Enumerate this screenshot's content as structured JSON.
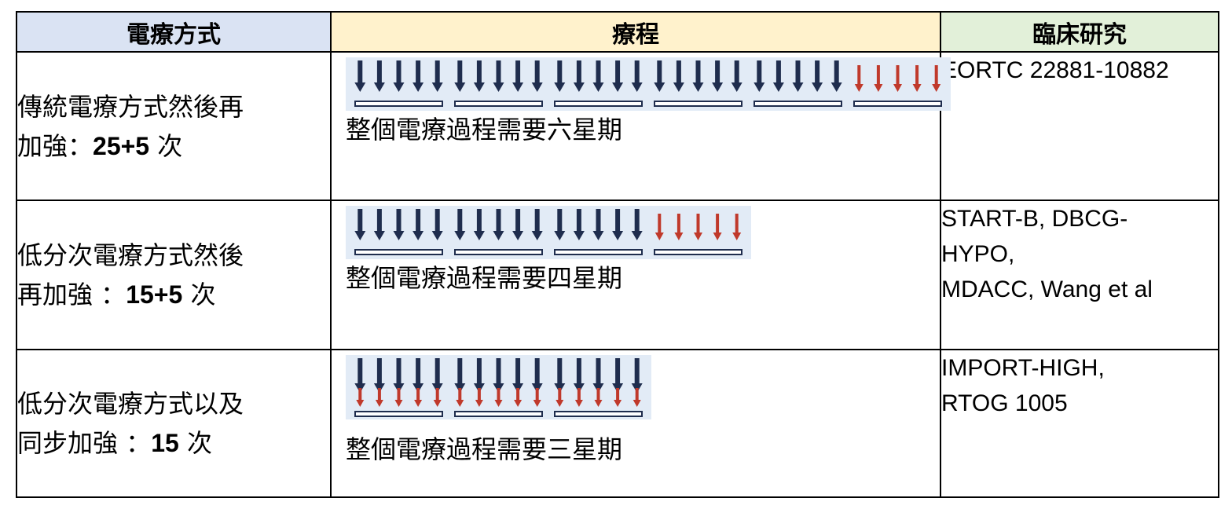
{
  "headers": {
    "method": "電療方式",
    "course": "療程",
    "trials": "臨床研究"
  },
  "rows": [
    {
      "method_line1": "傳統電療方式然後再",
      "method_line2_prefix": "加強：",
      "method_count": "25+5",
      "method_suffix": " 次",
      "course_caption": "整個電療過程需要六星期",
      "trial_lines": [
        "EORTC 22881-10882"
      ],
      "schedule": {
        "weeks": 6,
        "sessions_per_week": 5,
        "whole_breast": 25,
        "sequential_boost": 5,
        "concurrent_boost": 0
      }
    },
    {
      "method_line1": "低分次電療方式然後",
      "method_line2_prefix": "再加強 ：",
      "method_count": "15+5",
      "method_suffix": " 次",
      "course_caption": "整個電療過程需要四星期",
      "trial_lines": [
        "START-B, DBCG-",
        "HYPO,",
        "MDACC, Wang et al"
      ],
      "schedule": {
        "weeks": 4,
        "sessions_per_week": 5,
        "whole_breast": 15,
        "sequential_boost": 5,
        "concurrent_boost": 0
      }
    },
    {
      "method_line1": "低分次電療方式以及",
      "method_line2_prefix": "同步加強 ：",
      "method_count": "15",
      "method_suffix": " 次",
      "course_caption": "整個電療過程需要三星期",
      "trial_lines": [
        "IMPORT-HIGH,",
        "RTOG 1005"
      ],
      "schedule": {
        "weeks": 3,
        "sessions_per_week": 5,
        "whole_breast": 15,
        "sequential_boost": 0,
        "concurrent_boost": 15
      }
    }
  ],
  "colors": {
    "whole_breast_arrow": "#1f2d4e",
    "boost_arrow": "#c0392b",
    "strip_background": "#e2ebf6",
    "header_method_bg": "#dae3f3",
    "header_course_bg": "#fff2cc",
    "header_trials_bg": "#e2f0d9"
  }
}
